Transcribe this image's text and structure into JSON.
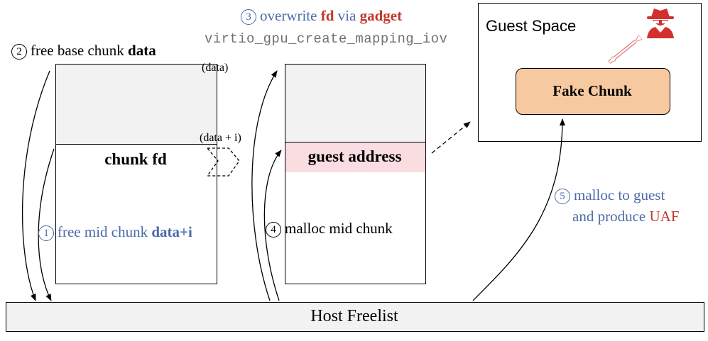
{
  "step1": {
    "num": "1",
    "text": "free mid chunk ",
    "bold": "data+i"
  },
  "step2": {
    "num": "2",
    "text": "free base chunk ",
    "bold": "data"
  },
  "step3": {
    "num": "3",
    "pre": "overwrite ",
    "fd": "fd",
    "mid": " via ",
    "gadget": "gadget",
    "func": "virtio_gpu_create_mapping_iov"
  },
  "step4": {
    "num": "4",
    "text": "malloc mid chunk"
  },
  "step5": {
    "num": "5",
    "line1": "malloc to guest",
    "line2_pre": "and produce ",
    "uaf": "UAF"
  },
  "left_chunk": {
    "top_label": "(data)",
    "mid_label": "(data + i)",
    "fd_label": "chunk fd"
  },
  "right_chunk": {
    "guest_label": "guest address"
  },
  "guest_space": {
    "title": "Guest Space",
    "fake_chunk": "Fake Chunk"
  },
  "freelist": {
    "label": "Host Freelist"
  },
  "colors": {
    "blue": "#4a6aa8",
    "red": "#c0392b",
    "pink": "#fadde1",
    "fake": "#f7c9a0",
    "gray": "#f2f2f2"
  }
}
